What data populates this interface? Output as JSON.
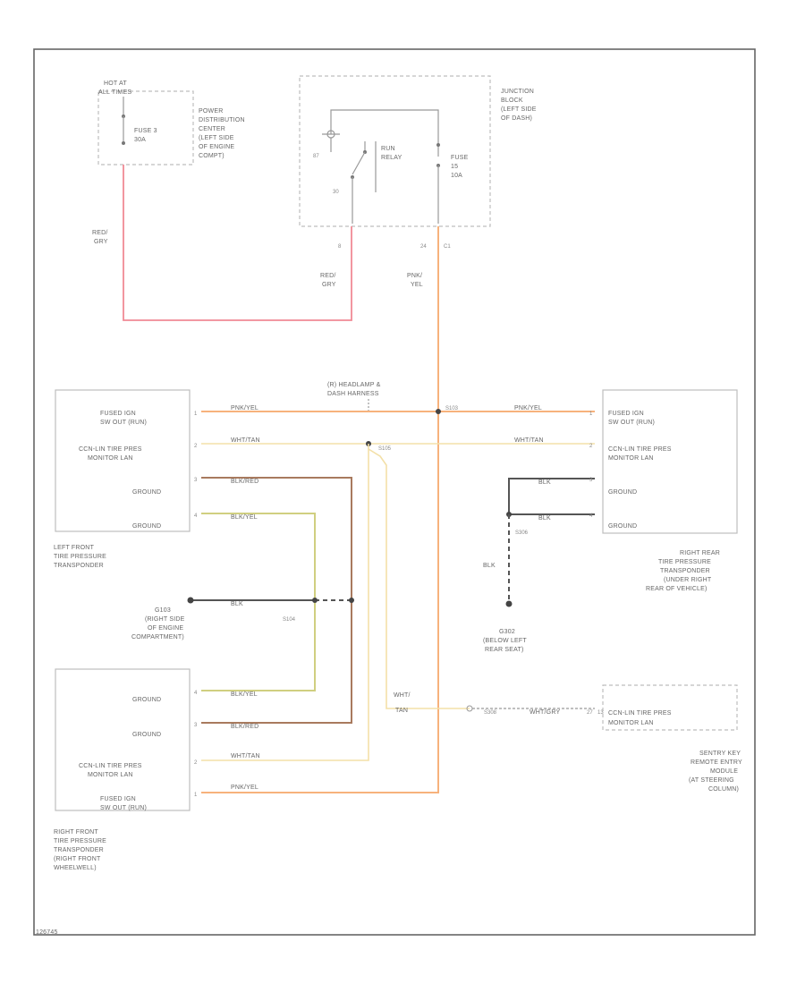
{
  "pdc": {
    "hot_label": [
      "HOT AT",
      "ALL TIMES"
    ],
    "fuse_label": [
      "FUSE 3",
      "30A"
    ],
    "name_lines": [
      "POWER",
      "DISTRIBUTION",
      "CENTER",
      "(LEFT SIDE",
      "OF ENGINE",
      "COMPT)"
    ]
  },
  "junction_block": {
    "name_lines": [
      "JUNCTION",
      "BLOCK",
      "(LEFT SIDE",
      "OF DASH)"
    ],
    "relay_label": [
      "RUN",
      "RELAY"
    ],
    "fuse_label": [
      "FUSE",
      "15",
      "10A"
    ],
    "pin_87": "87",
    "pin_30": "30",
    "conn_b": "8",
    "conn_c": "24",
    "conn_c_id": "C1"
  },
  "wires": {
    "red_gry_left": [
      "RED/",
      "GRY"
    ],
    "red_gry_mid": [
      "RED/",
      "GRY"
    ],
    "pnk_yel_vert": [
      "PNK/",
      "YEL"
    ],
    "pnk_yel": "PNK/YEL",
    "wht_tan": "WHT/TAN",
    "blk_red": "BLK/RED",
    "blk_yel": "BLK/YEL",
    "blk": "BLK",
    "wht_tan_vert": [
      "WHT/",
      "TAN"
    ],
    "wht_gry": "WHT/GRY"
  },
  "harness": {
    "label": [
      "(R) HEADLAMP &",
      "DASH HARNESS"
    ],
    "splice_s103": "S103",
    "splice_s105": "S105",
    "splice_s104": "S104",
    "splice_s306": "S306",
    "splice_s308": "S308"
  },
  "left_front": {
    "pins": [
      "1",
      "2",
      "3",
      "4"
    ],
    "rows": [
      "FUSED IGN",
      "SW OUT (RUN)",
      "CCN-LIN TIRE PRES",
      "MONITOR LAN",
      "GROUND",
      "GROUND"
    ],
    "name_lines": [
      "LEFT FRONT",
      "TIRE PRESSURE",
      "TRANSPONDER"
    ]
  },
  "right_rear": {
    "pins": [
      "1",
      "2",
      "3",
      "4"
    ],
    "rows": [
      "FUSED IGN",
      "SW OUT (RUN)",
      "CCN-LIN TIRE PRES",
      "MONITOR LAN",
      "GROUND",
      "GROUND"
    ],
    "name_lines": [
      "RIGHT REAR",
      "TIRE PRESSURE",
      "TRANSPONDER",
      "(UNDER RIGHT",
      "REAR OF VEHICLE)"
    ]
  },
  "right_front": {
    "pins": [
      "4",
      "3",
      "2",
      "1"
    ],
    "rows": [
      "GROUND",
      "GROUND",
      "CCN-LIN TIRE PRES",
      "MONITOR LAN",
      "FUSED IGN",
      "SW OUT (RUN)"
    ],
    "name_lines": [
      "RIGHT FRONT",
      "TIRE PRESSURE",
      "TRANSPONDER",
      "(RIGHT FRONT",
      "WHEELWELL)"
    ]
  },
  "ground_g103": {
    "name_lines": [
      "G103",
      "(RIGHT SIDE",
      "OF ENGINE",
      "COMPARTMENT)"
    ]
  },
  "ground_g302": {
    "name_lines": [
      "G302",
      "(BELOW LEFT",
      "REAR SEAT)"
    ]
  },
  "sentry": {
    "pin": "27",
    "conn_pin": "13",
    "row": "CCN-LIN TIRE PRES",
    "row2": "MONITOR LAN",
    "name_lines": [
      "SENTRY KEY",
      "REMOTE ENTRY",
      "MODULE",
      "(AT STEERING",
      "COLUMN)"
    ]
  },
  "footer_id": "126745"
}
